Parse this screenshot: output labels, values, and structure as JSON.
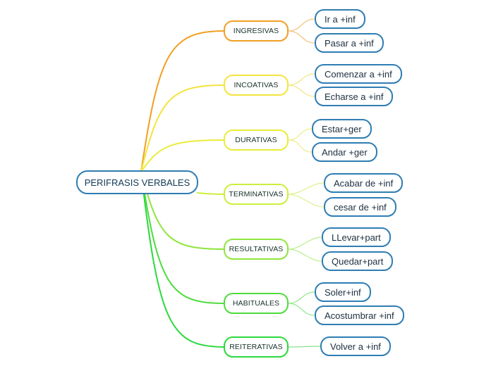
{
  "root": {
    "label": "PERIFRASIS VERBALES",
    "color": "#2e7db3"
  },
  "categories": [
    {
      "label": "INGRESIVAS",
      "color": "#f0a024",
      "children": [
        "Ir a +inf",
        "Pasar a +inf"
      ],
      "child_line_color": "#f5c07a"
    },
    {
      "label": "INCOATIVAS",
      "color": "#f3e43d",
      "children": [
        "Comenzar a +inf",
        "Echarse a +inf"
      ],
      "child_line_color": "#f2e680"
    },
    {
      "label": "DURATIVAS",
      "color": "#eaec3a",
      "children": [
        "Estar+ger",
        "Andar +ger"
      ],
      "child_line_color": "#ecee86"
    },
    {
      "label": "TERMINATIVAS",
      "color": "#cdee3c",
      "children": [
        "Acabar de +inf",
        "cesar de +inf"
      ],
      "child_line_color": "#dcf28a"
    },
    {
      "label": "RESULTATIVAS",
      "color": "#8ee63e",
      "children": [
        "LLevar+part",
        "Quedar+part"
      ],
      "child_line_color": "#b8ee8a"
    },
    {
      "label": "HABITUALES",
      "color": "#4fdc3e",
      "children": [
        "Soler+inf",
        "Acostumbrar +inf"
      ],
      "child_line_color": "#92e68a"
    },
    {
      "label": "REITERATIVAS",
      "color": "#2cd83e",
      "children": [
        "Volver a +inf"
      ],
      "child_line_color": "#86e08e"
    }
  ]
}
